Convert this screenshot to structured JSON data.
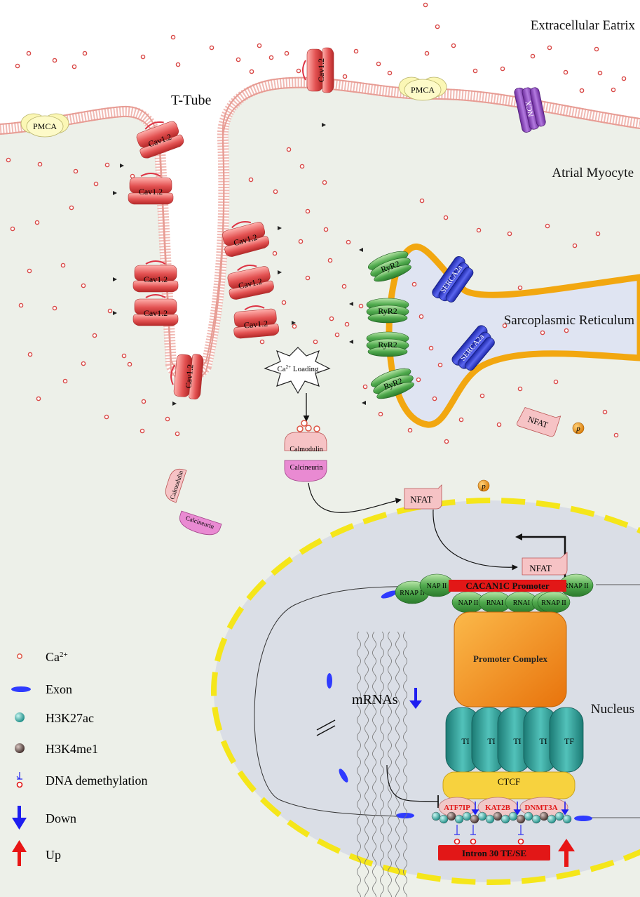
{
  "regions": {
    "extracellular": "Extracellular Eatrix",
    "cell": "Atrial Myocyte",
    "t_tube": "T-Tube",
    "sr": "Sarcoplasmic Reticulum",
    "nucleus": "Nucleus"
  },
  "proteins": {
    "cav": "Cav1.2",
    "pmca": "PMCA",
    "ncx": "NCX",
    "ryr": "RyR2",
    "serca": "SERCA2a",
    "nfat": "NFAT",
    "phospho": "p",
    "calmodulin": "Calmodulin",
    "calcineurin": "Calcineurin"
  },
  "loading": {
    "prefix": "Ca",
    "sup": "2+",
    "suffix": " Loading"
  },
  "nucleus_parts": {
    "rnap_full": "RNAP II",
    "rnap_short": "NAP II",
    "rnap_cut": "RNAI",
    "promoter": "CACAN1C Promoter",
    "promoter_complex": "Promoter Complex",
    "tf": "TF",
    "tf_cut": "TI",
    "ctcf": "CTCF",
    "atf7ip": "ATF7IP",
    "kat2b": "KAT2B",
    "dnmt3a": "DNMT3A",
    "intron": "Intron 30  TE/SE",
    "mrnas": "mRNAs"
  },
  "legend": [
    {
      "key": "ca",
      "label_prefix": "Ca",
      "label_sup": "2+"
    },
    {
      "key": "exon",
      "label": "Exon"
    },
    {
      "key": "h3k27ac",
      "label": "H3K27ac"
    },
    {
      "key": "h3k4me1",
      "label": "H3K4me1"
    },
    {
      "key": "demethylation",
      "label": "DNA demethylation"
    },
    {
      "key": "down",
      "label": "Down"
    },
    {
      "key": "up",
      "label": "Up"
    }
  ],
  "colors": {
    "cytoplasm": "#edf0e9",
    "membrane": "#f0b9b3",
    "channel": "#e35252",
    "ryr": "#3e9a3f",
    "serca": "#3b46d4",
    "sr": "#f2a710",
    "nucleus_border": "#f5e61a",
    "promoter_complex": "#f28a1b",
    "tf": "#2b9b94",
    "ctcf": "#f7d23e",
    "intron": "#e21717",
    "down": "#1e1ef0",
    "up": "#e81515"
  }
}
